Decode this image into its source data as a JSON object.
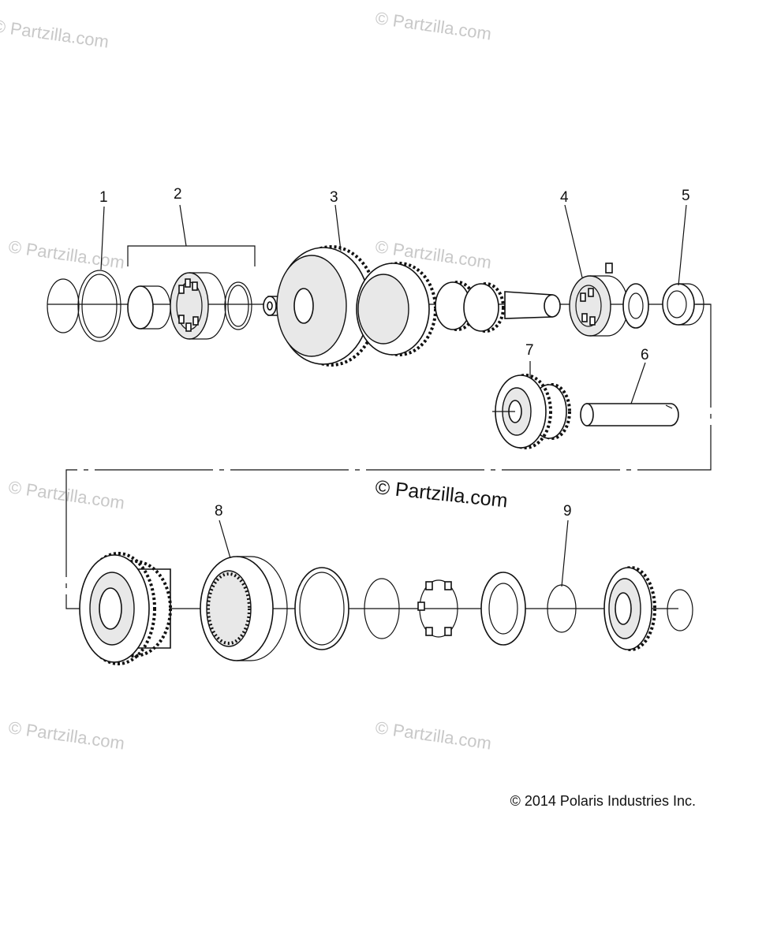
{
  "watermark": {
    "text": "© Partzilla.com"
  },
  "main_watermark": {
    "text": "© Partzilla.com"
  },
  "copyright": {
    "text": "© 2014 Polaris Industries Inc."
  },
  "callouts": [
    "1",
    "2",
    "3",
    "4",
    "5",
    "6",
    "7",
    "8",
    "9"
  ]
}
